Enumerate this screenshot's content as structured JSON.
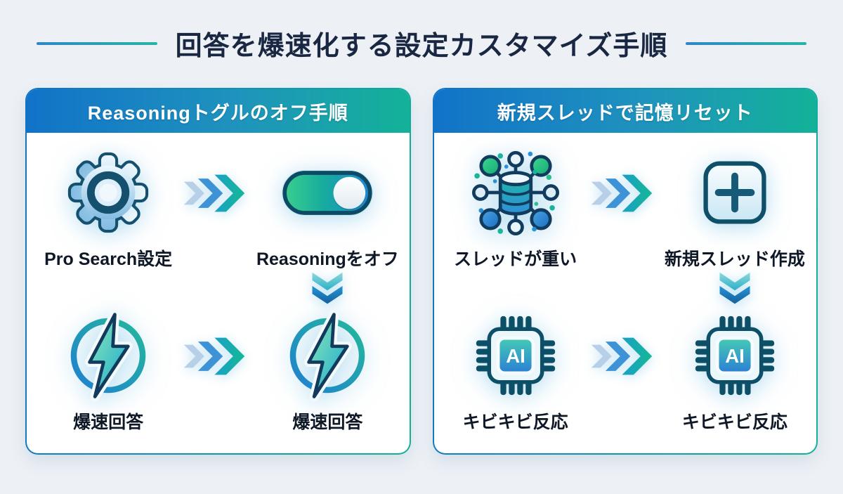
{
  "page": {
    "title": "回答を爆速化する設定カスタマイズ手順"
  },
  "colors": {
    "background": "#edf1f6",
    "gradient_start": "#1173c8",
    "gradient_end": "#13b298",
    "title_text": "#1a2742",
    "label_text": "#0f1826",
    "panel_background": "#ffffff"
  },
  "icons": {
    "ai_chip_label": "AI"
  },
  "panels": [
    {
      "header": "Reasoningトグルのオフ手順",
      "steps": [
        {
          "icon": "gear-icon",
          "label": "Pro Search設定"
        },
        {
          "icon": "toggle-off-icon",
          "label": "Reasoningをオフ"
        },
        {
          "icon": "lightning-bolt-icon",
          "label": "爆速回答"
        },
        {
          "icon": "lightning-bolt-icon",
          "label": "爆速回答"
        }
      ]
    },
    {
      "header": "新規スレッドで記憶リセット",
      "steps": [
        {
          "icon": "network-database-icon",
          "label": "スレッドが重い"
        },
        {
          "icon": "new-thread-plus-icon",
          "label": "新規スレッド作成"
        },
        {
          "icon": "ai-chip-icon",
          "label": "キビキビ反応"
        },
        {
          "icon": "ai-chip-icon",
          "label": "キビキビ反応"
        }
      ]
    }
  ]
}
